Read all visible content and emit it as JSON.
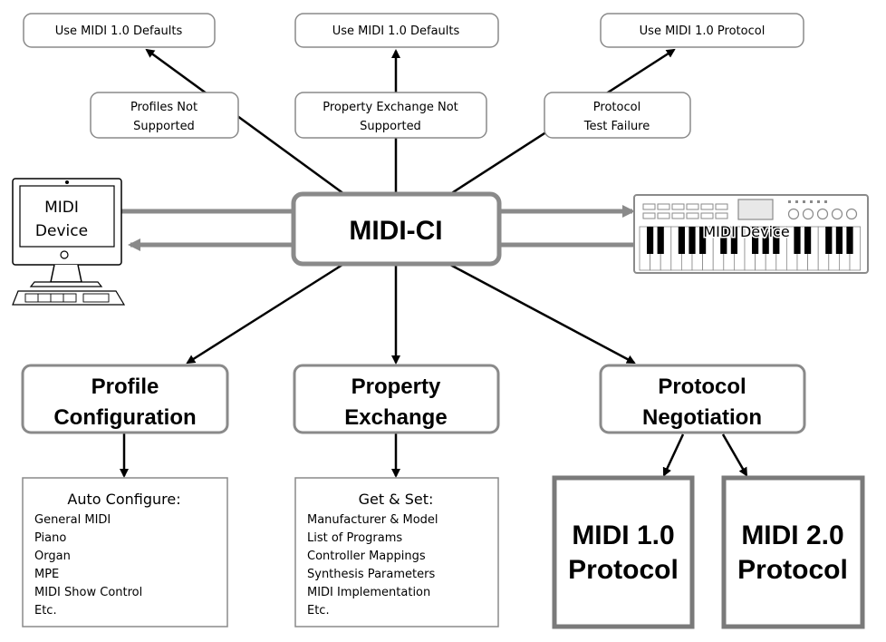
{
  "top_notes": {
    "left_default": "Use MIDI 1.0 Defaults",
    "center_default": "Use MIDI 1.0 Defaults",
    "right_default": "Use MIDI 1.0 Protocol"
  },
  "conditions": {
    "profiles": [
      "Profiles Not",
      "Supported"
    ],
    "property": [
      "Property Exchange Not",
      "Supported"
    ],
    "protocol": [
      "Protocol",
      "Test Failure"
    ]
  },
  "center_label": "MIDI-CI",
  "devices": {
    "left": [
      "MIDI",
      "Device"
    ],
    "right": "MIDI Device"
  },
  "modules": {
    "profile": [
      "Profile",
      "Configuration"
    ],
    "property": [
      "Property",
      "Exchange"
    ],
    "protocol": [
      "Protocol",
      "Negotiation"
    ]
  },
  "profile_list": {
    "heading": "Auto Configure:",
    "items": [
      "General MIDI",
      "Piano",
      "Organ",
      "MPE",
      "MIDI Show Control",
      "Etc."
    ]
  },
  "property_list": {
    "heading": "Get & Set:",
    "items": [
      "Manufacturer & Model",
      "List of Programs",
      "Controller Mappings",
      "Synthesis Parameters",
      "MIDI Implementation",
      "Etc."
    ]
  },
  "protocols": {
    "v1": [
      "MIDI 1.0",
      "Protocol"
    ],
    "v2": [
      "MIDI 2.0",
      "Protocol"
    ]
  },
  "colors": {
    "box_border": "#8a8a8a",
    "line": "#000000",
    "flow_arrow": "#8a8a8a",
    "protocol_border": "#7a7a7a"
  }
}
